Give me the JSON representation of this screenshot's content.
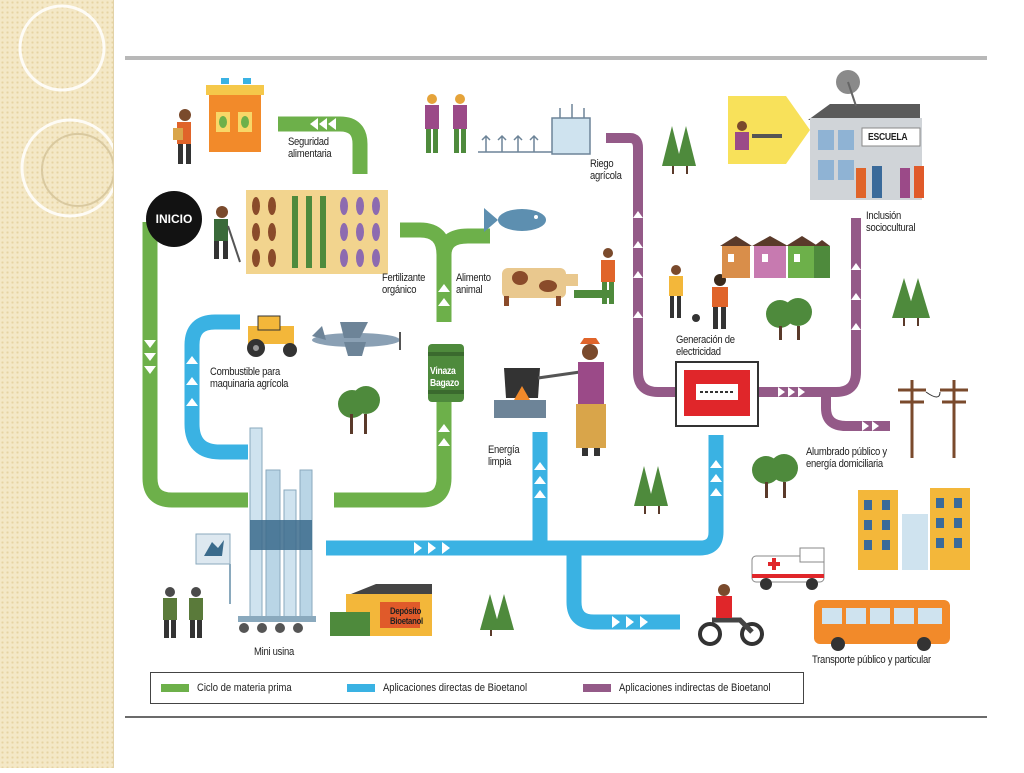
{
  "title": "",
  "colors": {
    "materia_prima": "#6db04a",
    "directas": "#3ab2e3",
    "indirectas": "#945a88",
    "panel": "#f4e8c7"
  },
  "labels": {
    "inicio": "INICIO",
    "seguridad": [
      "Seguridad",
      "alimentaria"
    ],
    "fertilizante": [
      "Fertilizante",
      "orgánico"
    ],
    "alimento": [
      "Alimento",
      "animal"
    ],
    "combustible": [
      "Combustible para",
      "maquinaria agrícola"
    ],
    "vinaza": [
      "Vinaza",
      "Bagazo"
    ],
    "riego": [
      "Riego",
      "agrícola"
    ],
    "escuela": "ESCUELA",
    "inclusion": [
      "Inclusión",
      "sociocultural"
    ],
    "generacion": [
      "Generación de",
      "electricidad"
    ],
    "energia": [
      "Energía",
      "limpia"
    ],
    "alumbrado": [
      "Alumbrado público y",
      "energía domiciliaria"
    ],
    "deposito": [
      "Depósito",
      "Bioetanol"
    ],
    "miniusina": "Mini usina",
    "transporte": "Transporte público y particular"
  },
  "legend": [
    {
      "label": "Ciclo de materia prima",
      "color": "#6db04a"
    },
    {
      "label": "Aplicaciones directas de Bioetanol",
      "color": "#3ab2e3"
    },
    {
      "label": "Aplicaciones indirectas de Bioetanol",
      "color": "#945a88"
    }
  ]
}
